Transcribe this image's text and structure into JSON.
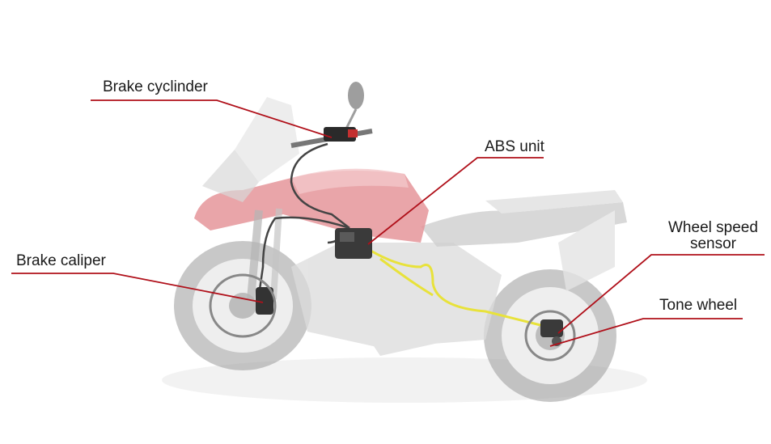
{
  "labels": {
    "brake_cylinder": "Brake cyclinder",
    "abs_unit": "ABS unit",
    "brake_caliper": "Brake caliper",
    "wheel_speed_sensor_line1": "Wheel speed",
    "wheel_speed_sensor_line2": "sensor",
    "tone_wheel": "Tone wheel"
  },
  "colors": {
    "leader_line": "#b0101a",
    "brake_line_yellow": "#e8e23a",
    "body_red": "#e07c82",
    "chassis_grey": "#d8d8d8",
    "tire": "#8a8a8a",
    "background": "#ffffff"
  }
}
